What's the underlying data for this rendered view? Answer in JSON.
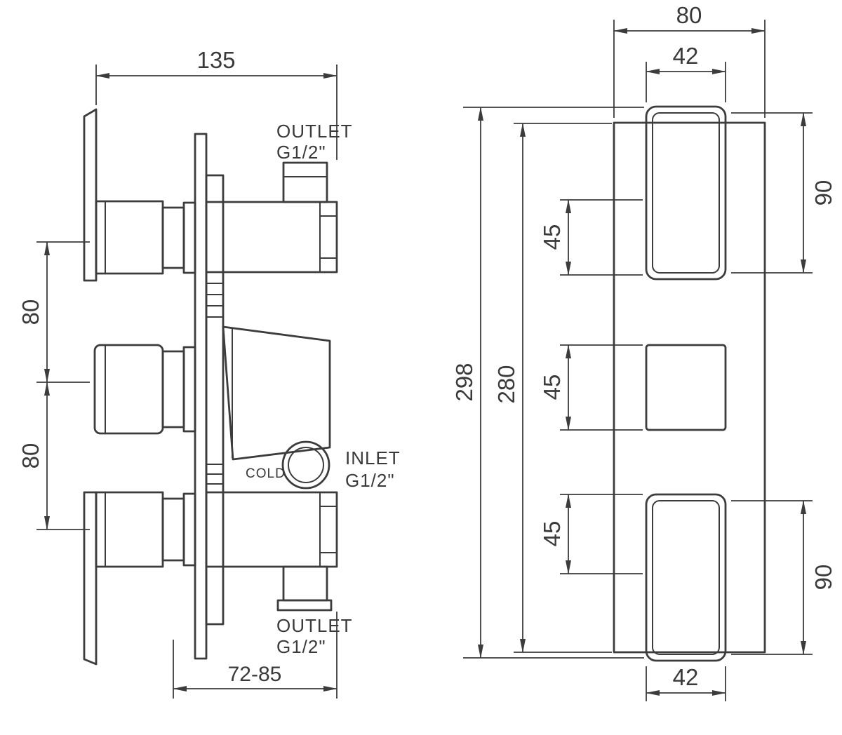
{
  "colors": {
    "line": "#3c3c3c",
    "background": "#ffffff"
  },
  "side_view": {
    "dim_width": "135",
    "dim_handle_spacing_upper": "80",
    "dim_handle_spacing_lower": "80",
    "dim_install_depth": "72-85",
    "outlet_top": [
      "OUTLET",
      "G1/2\""
    ],
    "inlet": [
      "INLET",
      "G1/2\""
    ],
    "cold_label": "COLD",
    "outlet_bottom": [
      "OUTLET",
      "G1/2\""
    ]
  },
  "front_view": {
    "dim_plate_width": "80",
    "dim_handle_width_top": "42",
    "dim_handle_height_top": "90",
    "dim_offset_top": "45",
    "dim_overall_height": "298",
    "dim_plate_height": "280",
    "dim_offset_middle": "45",
    "dim_offset_bottom": "45",
    "dim_handle_height_bottom": "90",
    "dim_handle_width_bottom": "42"
  }
}
